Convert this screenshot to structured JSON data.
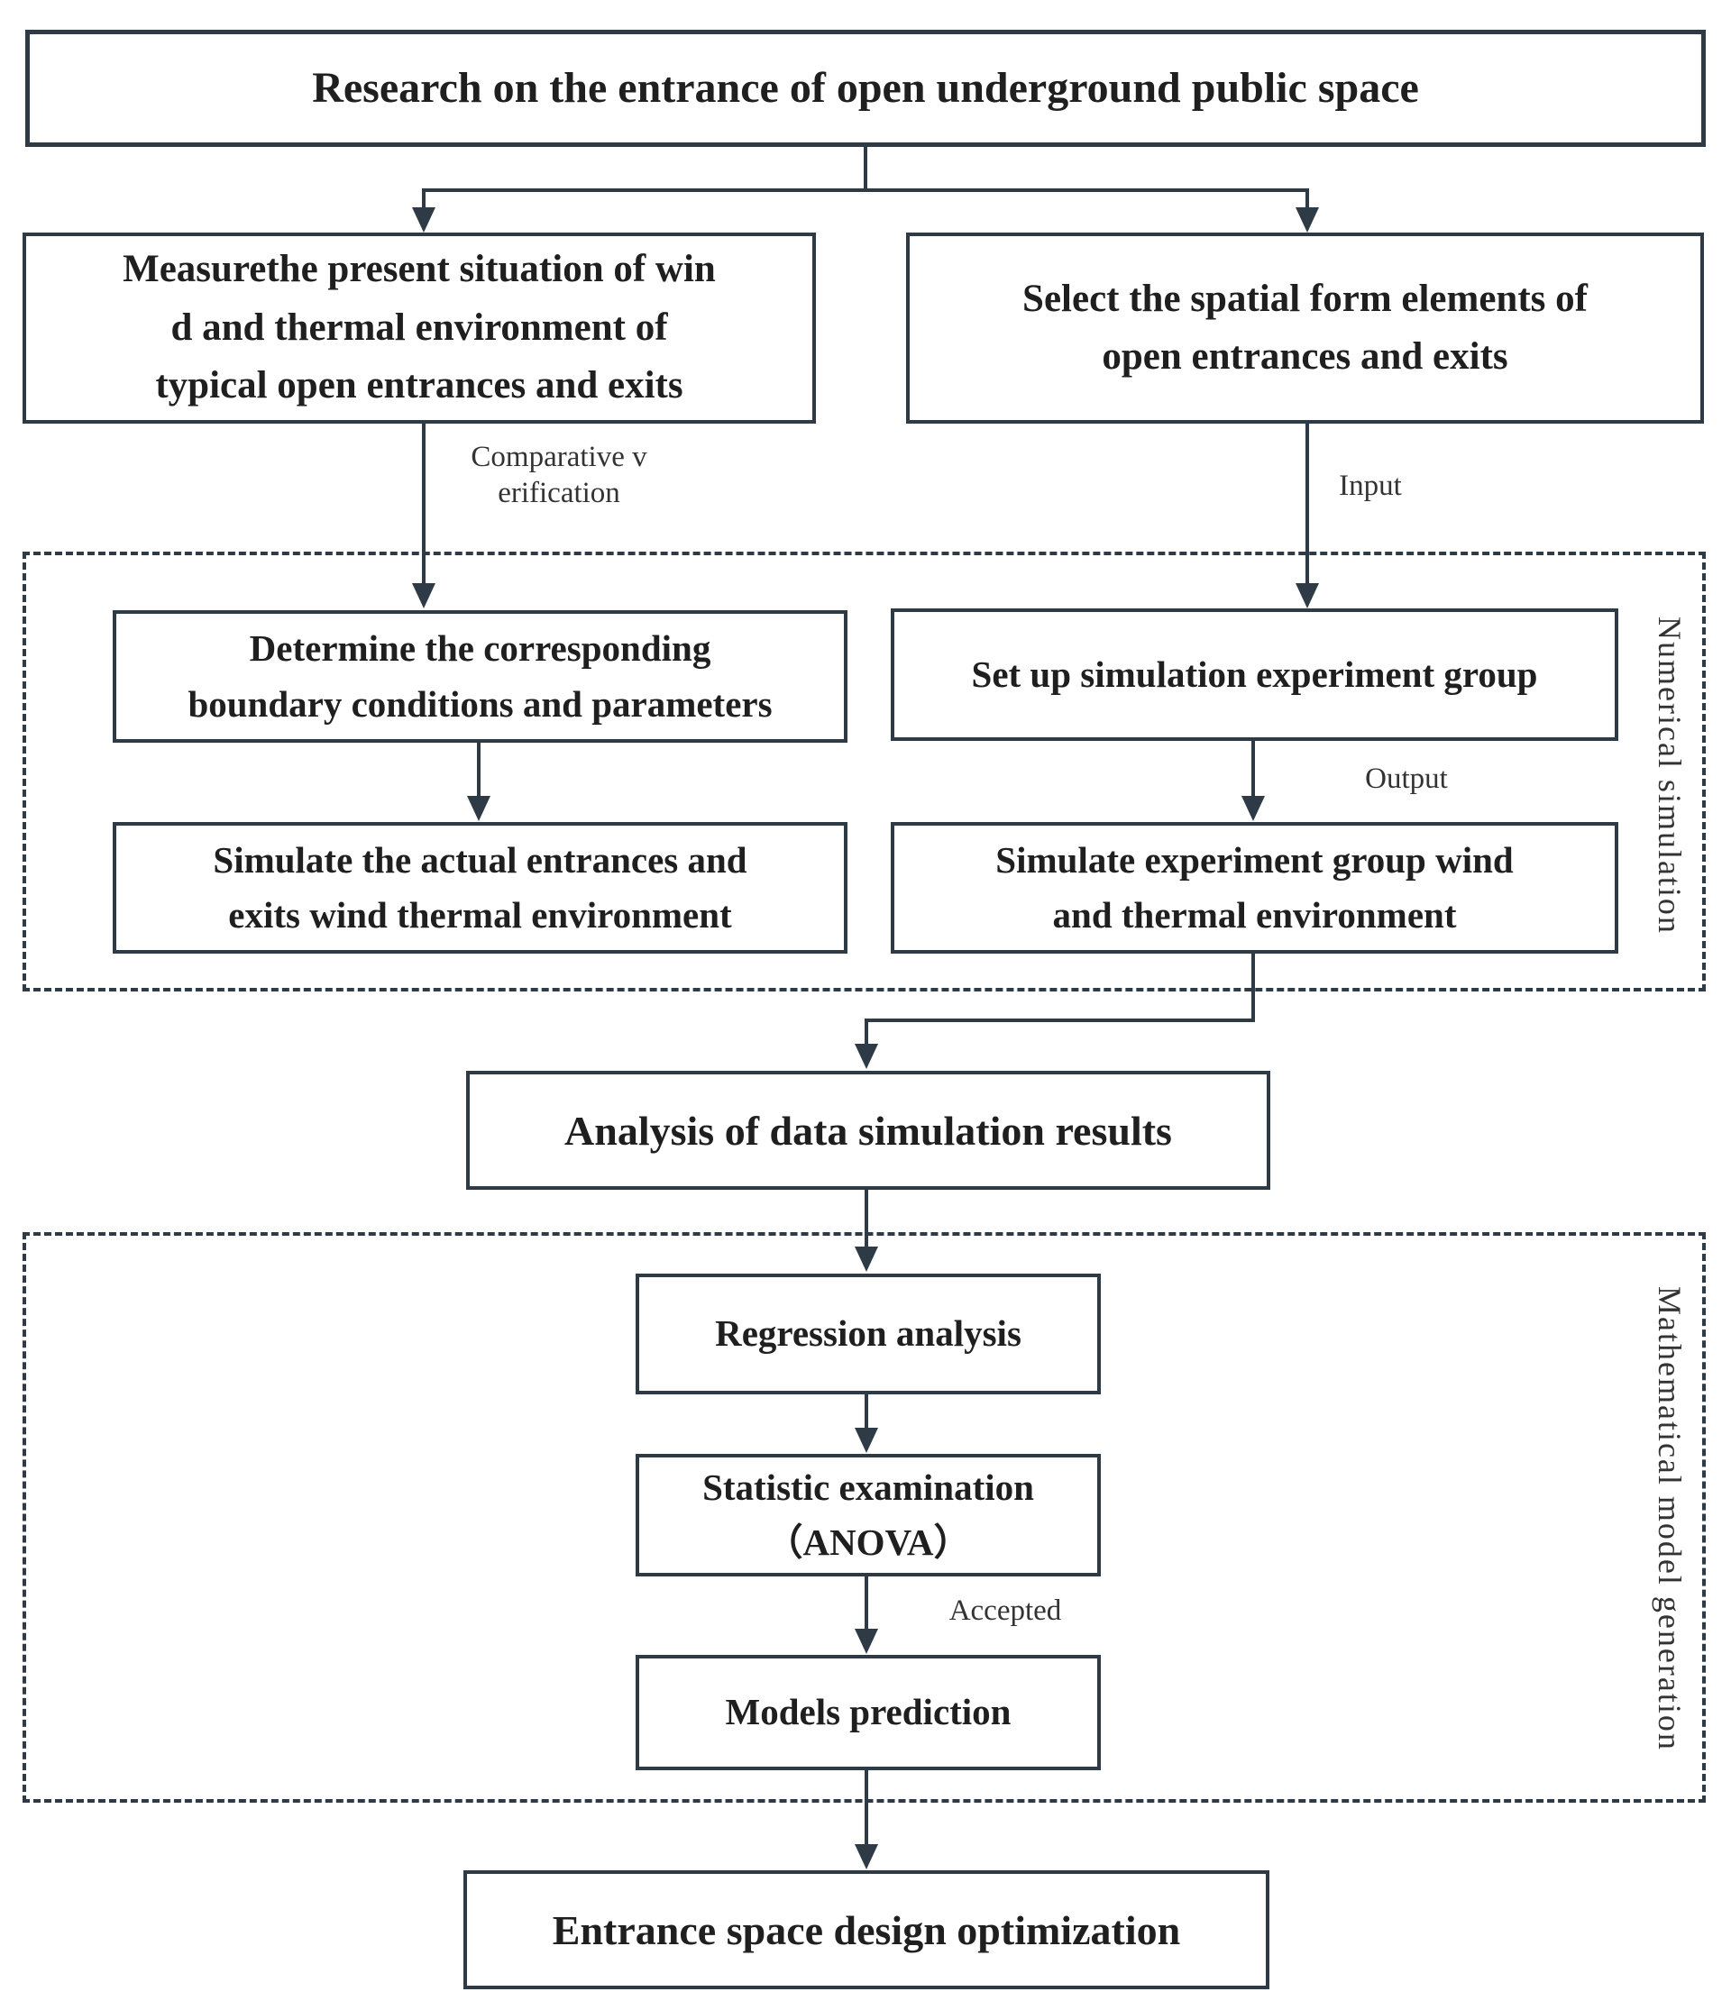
{
  "nodes": {
    "research": {
      "text": "Research on the entrance of open underground public space"
    },
    "measure": {
      "text": "Measurethe present situation of win\nd and thermal environment of\ntypical open entrances and exits"
    },
    "select": {
      "text": "Select the spatial form elements of\nopen entrances and exits"
    },
    "determine": {
      "text": "Determine the corresponding\nboundary conditions and parameters"
    },
    "setup": {
      "text": "Set up simulation experiment group"
    },
    "simulate_actual": {
      "text": "Simulate the actual entrances and\nexits wind thermal environment"
    },
    "simulate_group": {
      "text": "Simulate experiment group wind\nand thermal environment"
    },
    "analysis": {
      "text": "Analysis of data simulation results"
    },
    "regression": {
      "text": "Regression analysis"
    },
    "statistic": {
      "text": "Statistic examination\n（ANOVA）"
    },
    "models": {
      "text": "Models prediction"
    },
    "entrance": {
      "text": "Entrance space design optimization"
    }
  },
  "edge_labels": {
    "comparative": "Comparative v\nerification",
    "input": "Input",
    "output": "Output",
    "accepted": "Accepted"
  },
  "regions": {
    "numerical": {
      "label": "Numerical simulation"
    },
    "mathematical": {
      "label": "Mathematical model generation"
    }
  },
  "colors": {
    "line": "#2e3a45",
    "text": "#1f1f1f",
    "annotation_text": "#333333",
    "background": "#ffffff"
  }
}
